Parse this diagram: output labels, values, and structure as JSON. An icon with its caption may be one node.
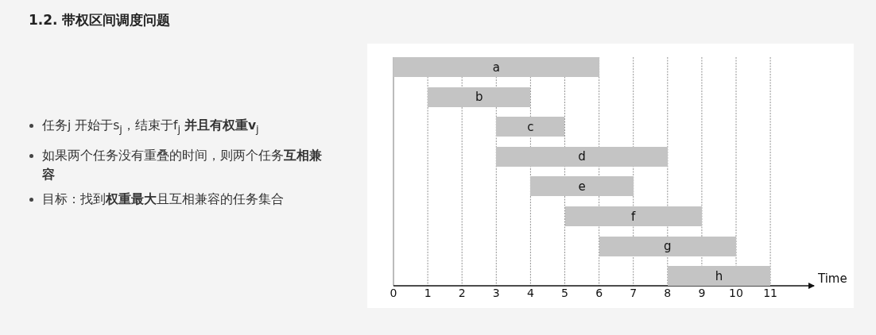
{
  "diagram": {
    "title": "1.2. 带权区间调度问题",
    "nodes": [
      {
        "text": [
          "a"
        ]
      },
      {
        "text": [
          "b"
        ]
      },
      {
        "text": [
          "c"
        ]
      },
      {
        "text": [
          "d"
        ]
      },
      {
        "text": [
          "e"
        ]
      },
      {
        "text": [
          "f"
        ]
      },
      {
        "text": [
          "g"
        ]
      },
      {
        "text": [
          "h"
        ]
      }
    ],
    "edges": [],
    "labels": [
      "任务j 开始于s$_{j}$，结束于f$_{j}$ **并且有权重v**$_{j}$",
      "如果两个任务没有重叠的时间，则两个任务**互相兼容**",
      "目标：找到**权重最大**且互相兼容的任务集合",
      "0",
      "1",
      "2",
      "3",
      "4",
      "5",
      "6",
      "7",
      "8",
      "9",
      "10",
      "11",
      "Time"
    ]
  }
}
